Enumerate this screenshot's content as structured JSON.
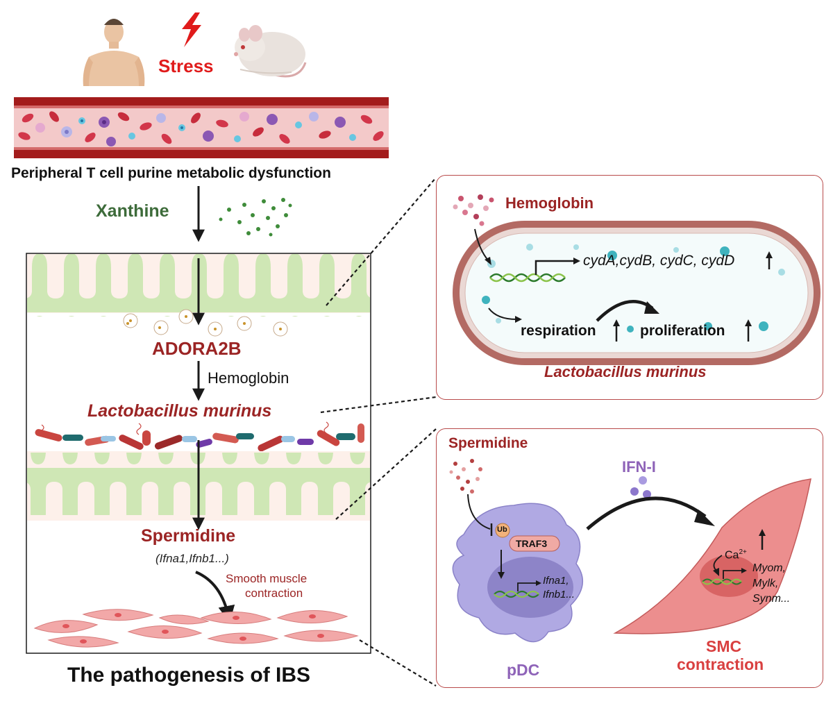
{
  "top": {
    "stress_label": "Stress",
    "vessel_caption": "Peripheral T cell purine metabolic dysfunction",
    "xanthine_label": "Xanthine"
  },
  "gut": {
    "adora2b_label": "ADORA2B",
    "hemoglobin_label": "Hemoglobin",
    "lactobacillus_label": "Lactobacillus murinus",
    "spermidine_label": "Spermidine",
    "genes_label": "(Ifna1,Ifnb1...)",
    "smc_contraction_line1": "Smooth muscle",
    "smc_contraction_line2": "contraction",
    "footer_title": "The pathogenesis of IBS"
  },
  "bacteria_panel": {
    "hemoglobin_label": "Hemoglobin",
    "genes_label": "cydA,cydB, cydC, cydD",
    "respiration_label": "respiration",
    "proliferation_label": "proliferation",
    "species_label": "Lactobacillus murinus"
  },
  "cell_panel": {
    "spermidine_label": "Spermidine",
    "ifn_label": "IFN-I",
    "ub_label": "Ub",
    "traf3_label": "TRAF3",
    "pdc_genes_line1": "Ifna1,",
    "pdc_genes_line2": "Ifnb1...",
    "calcium_label": "Ca",
    "calcium_sup": "2+",
    "smc_genes_line1": "Myom,",
    "smc_genes_line2": "Mylk,",
    "smc_genes_line3": "Synm...",
    "pdc_label": "pDC",
    "smc_label_line1": "SMC",
    "smc_label_line2": "contraction"
  },
  "colors": {
    "dark_red": "#9b2424",
    "stress_red": "#e01b1b",
    "green_label": "#3d6b3a",
    "purple_label": "#8e63b8",
    "panel_border": "#b84a4a"
  }
}
